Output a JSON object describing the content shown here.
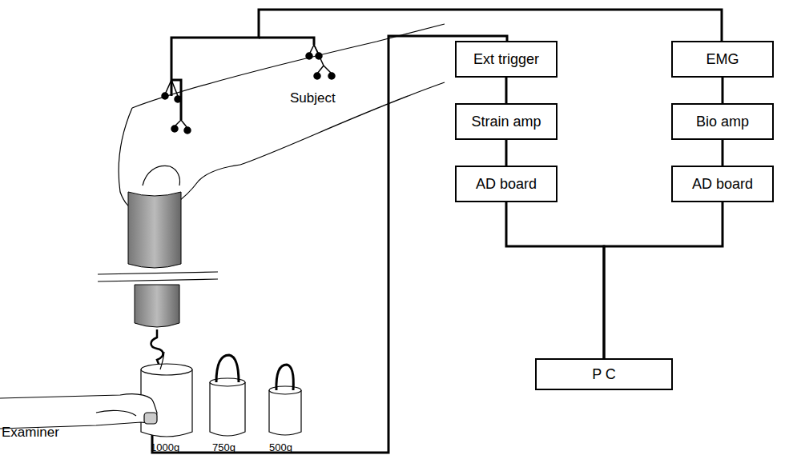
{
  "diagram": {
    "nodes": [
      {
        "text": [
          "Ext trigger"
        ]
      },
      {
        "text": [
          "Strain amp"
        ]
      },
      {
        "text": [
          "AD board"
        ]
      },
      {
        "text": [
          "EMG"
        ]
      },
      {
        "text": [
          "Bio amp"
        ]
      },
      {
        "text": [
          "AD board"
        ]
      },
      {
        "text": [
          "P C"
        ]
      }
    ],
    "edges": [
      {
        "from": 0,
        "to": 1,
        "arrow": "none"
      },
      {
        "from": 1,
        "to": 2,
        "arrow": "none"
      },
      {
        "from": 3,
        "to": 4,
        "arrow": "none"
      },
      {
        "from": 4,
        "to": 5,
        "arrow": "none"
      },
      {
        "from": 2,
        "to": 6,
        "arrow": "none"
      },
      {
        "from": 5,
        "to": 6,
        "arrow": "none"
      }
    ],
    "labels": [
      "Subject",
      "Examiner",
      "1000g",
      "750g",
      "500g"
    ]
  }
}
